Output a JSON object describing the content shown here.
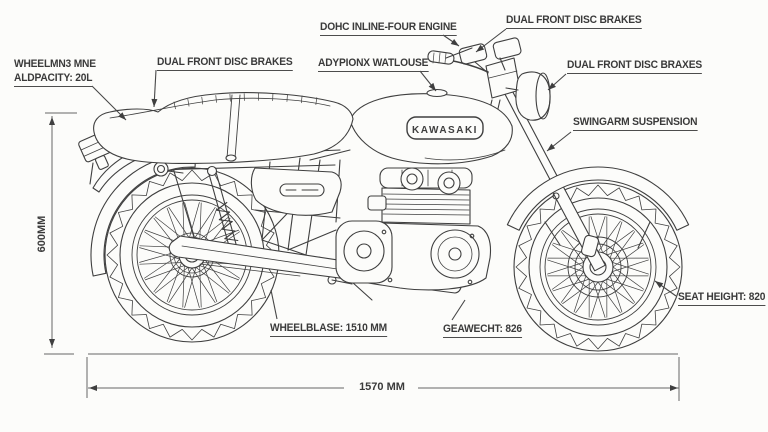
{
  "background": "#fcfcfa",
  "ink_color": "#3f3f3f",
  "drawing": {
    "brand": "KAWASAKI"
  },
  "labels": {
    "fuel": {
      "line1": "WHEELMN3 MNE",
      "line2": "ALDPACITY: 20L"
    },
    "front_brakes_left": "DUAL FRONT DISC BRAKES",
    "engine": "DOHC INLINE-FOUR ENGINE",
    "airbox": "ADYPIONX WATLOUSE",
    "front_brakes_top_right": "DUAL FRONT DISC BRAKES",
    "front_brakes_right": "DUAL FRONT DISC BRAXES",
    "swingarm": "SWINGARM SUSPENSION",
    "seat_height": "SEAT HEIGHT: 820",
    "wheelbase": "WHEELBLASE: 1510 MM",
    "weight": "GEAWECHT: 826"
  },
  "dimensions": {
    "overall_length": "1570 MM",
    "height": "600MM"
  }
}
